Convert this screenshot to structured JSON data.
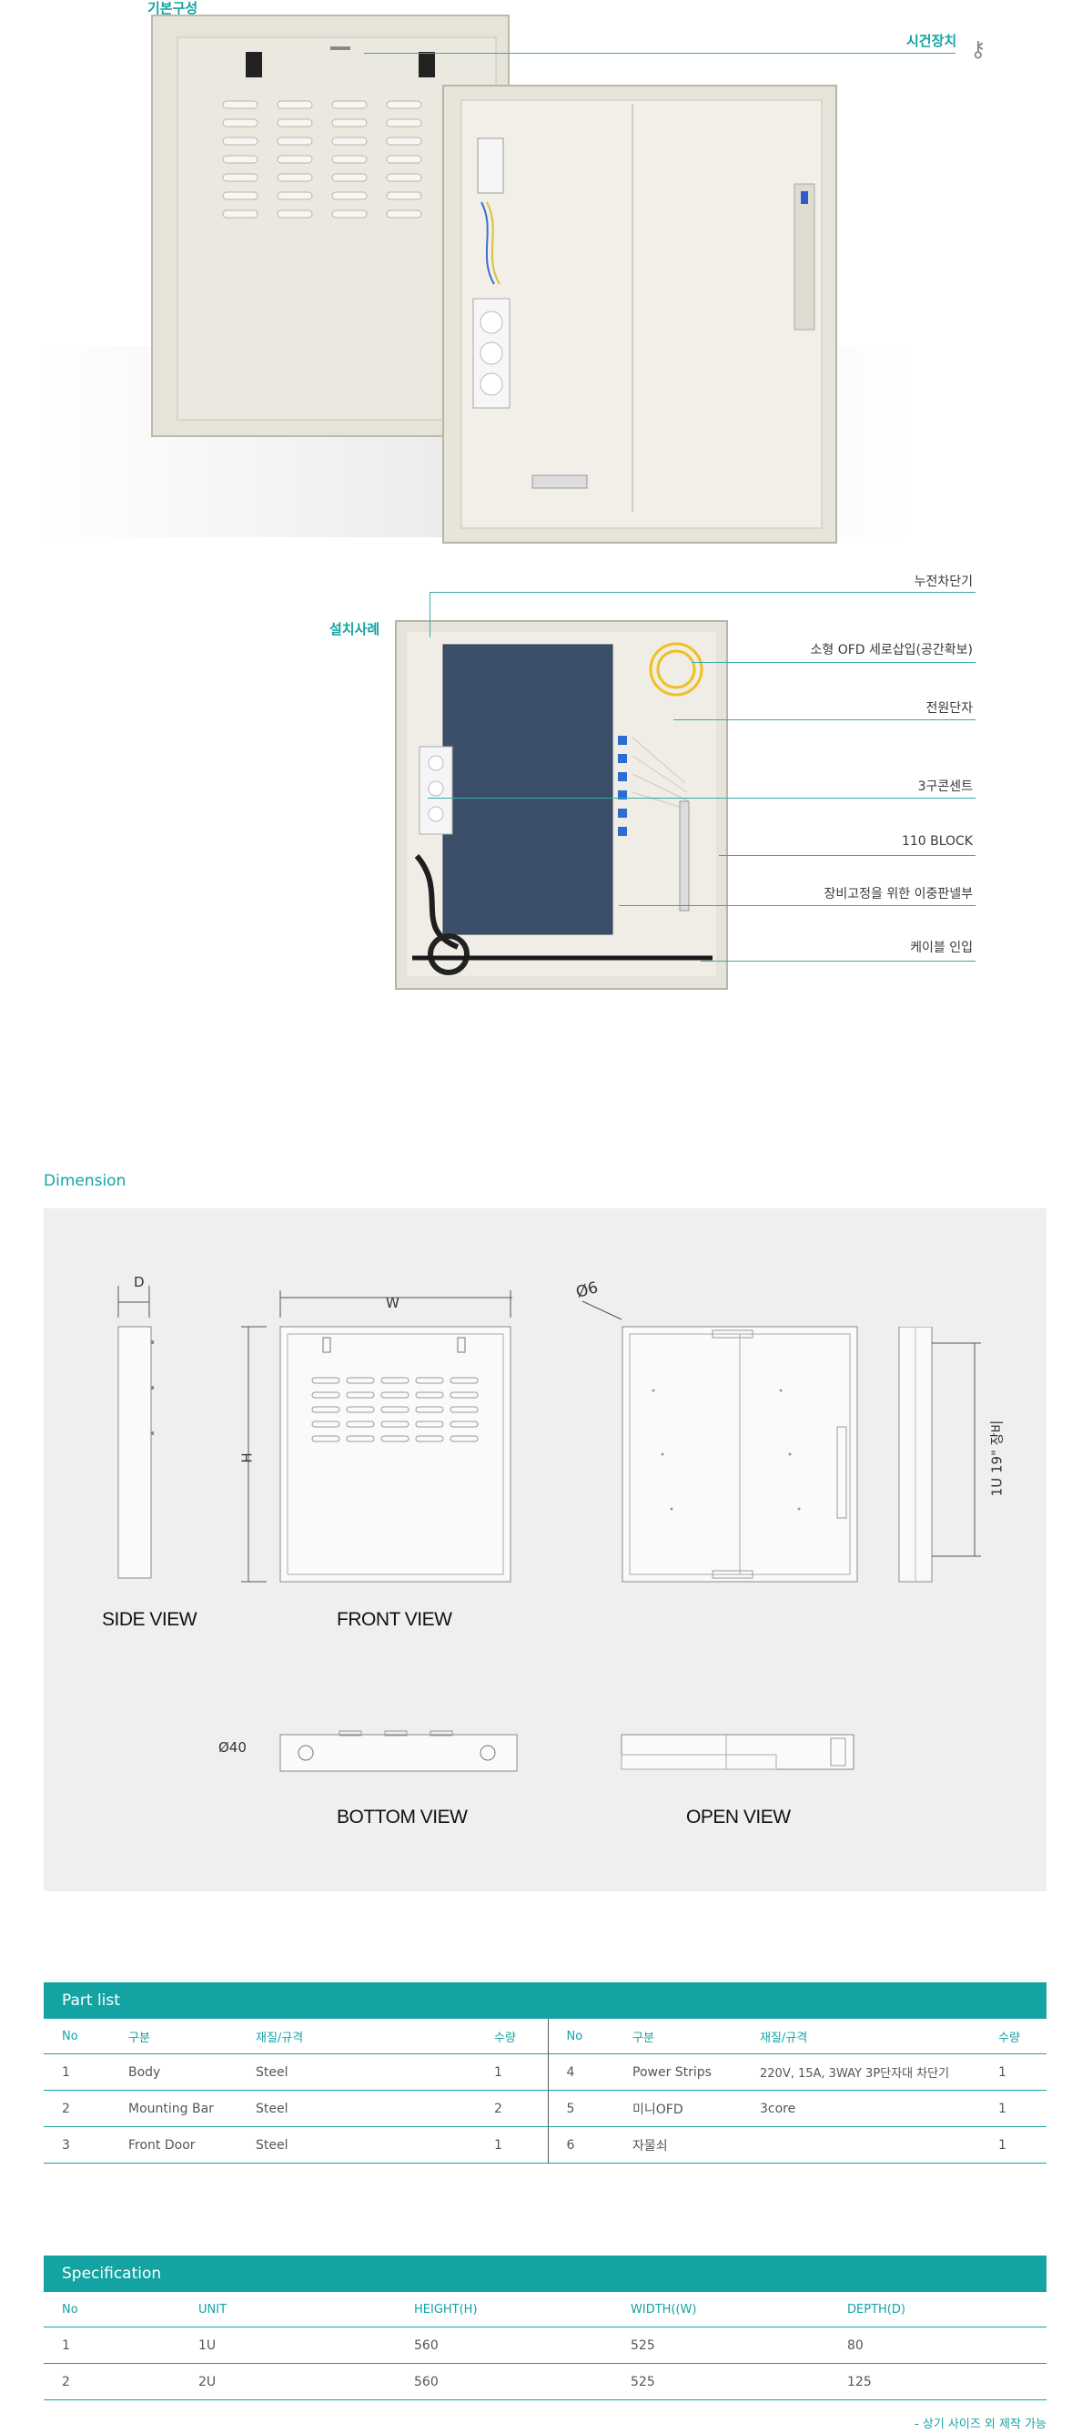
{
  "product": {
    "basic_label": "기본구성",
    "lock_label": "시건장치",
    "install_label": "설치사례"
  },
  "callouts": [
    "누전차단기",
    "소형 OFD 세로삽입(공간확보)",
    "전원단자",
    "3구콘센트",
    "110 BLOCK",
    "장비고정을 위한 이중판넬부",
    "케이블 인입"
  ],
  "dimension": {
    "title": "Dimension",
    "side_view": "SIDE VIEW",
    "front_view": "FRONT VIEW",
    "bottom_view": "BOTTOM VIEW",
    "open_view": "OPEN  VIEW",
    "d_label": "D",
    "w_label": "W",
    "h_label": "H",
    "hole6": "Ø6",
    "hole40": "Ø40",
    "rack_label": "1U 19\" 장비"
  },
  "part_list": {
    "title": "Part list",
    "headers": [
      "No",
      "구분",
      "재질/규격",
      "수량",
      "No",
      "구분",
      "재질/규격",
      "수량"
    ],
    "rows": [
      [
        "1",
        "Body",
        "Steel",
        "1",
        "4",
        "Power Strips",
        "220V, 15A, 3WAY 3P단자대 차단기",
        "1"
      ],
      [
        "2",
        "Mounting Bar",
        "Steel",
        "2",
        "5",
        "미니OFD",
        "3core",
        "1"
      ],
      [
        "3",
        "Front Door",
        "Steel",
        "1",
        "6",
        "자물쇠",
        "",
        "1"
      ]
    ]
  },
  "specification": {
    "title": "Specification",
    "headers": [
      "No",
      "UNIT",
      "HEIGHT(H)",
      "WIDTH((W)",
      "DEPTH(D)"
    ],
    "rows": [
      [
        "1",
        "1U",
        "560",
        "525",
        "80"
      ],
      [
        "2",
        "2U",
        "560",
        "525",
        "125"
      ]
    ],
    "note": "- 상기 사이즈 외 제작 가능"
  },
  "colors": {
    "accent": "#14a3a3",
    "panel": "#efefef",
    "cabinet": "#e9e6dc"
  }
}
